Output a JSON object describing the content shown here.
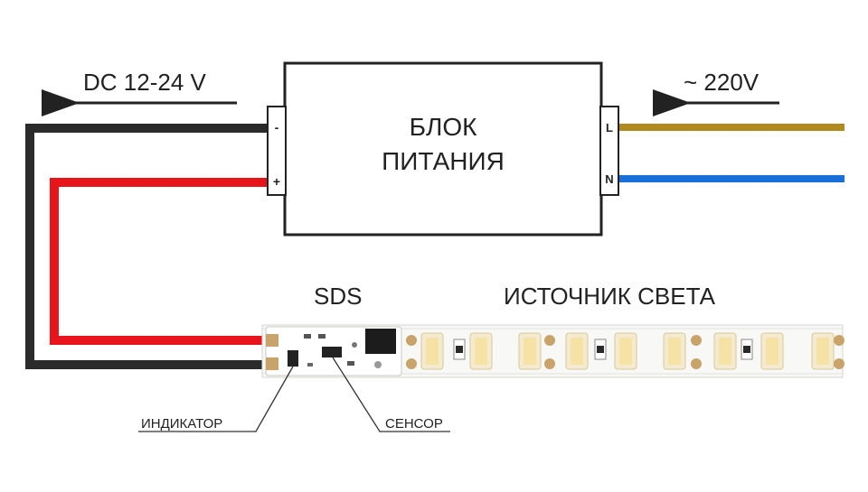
{
  "power_supply": {
    "line1": "БЛОК",
    "line2": "ПИТАНИЯ",
    "minus": "-",
    "plus": "+",
    "l": "L",
    "n": "N"
  },
  "dc_label": "DC 12-24 V",
  "ac_label": "~ 220V",
  "sds_label": "SDS",
  "strip_label": "ИСТОЧНИК СВЕТА",
  "indicator_label": "ИНДИКАТОР",
  "sensor_label": "СЕНСОР",
  "colors": {
    "wire_black": "#2b2b2b",
    "wire_red": "#e8141c",
    "wire_brown": "#b08a1e",
    "wire_blue": "#1a6fd6",
    "box_stroke": "#222222"
  }
}
